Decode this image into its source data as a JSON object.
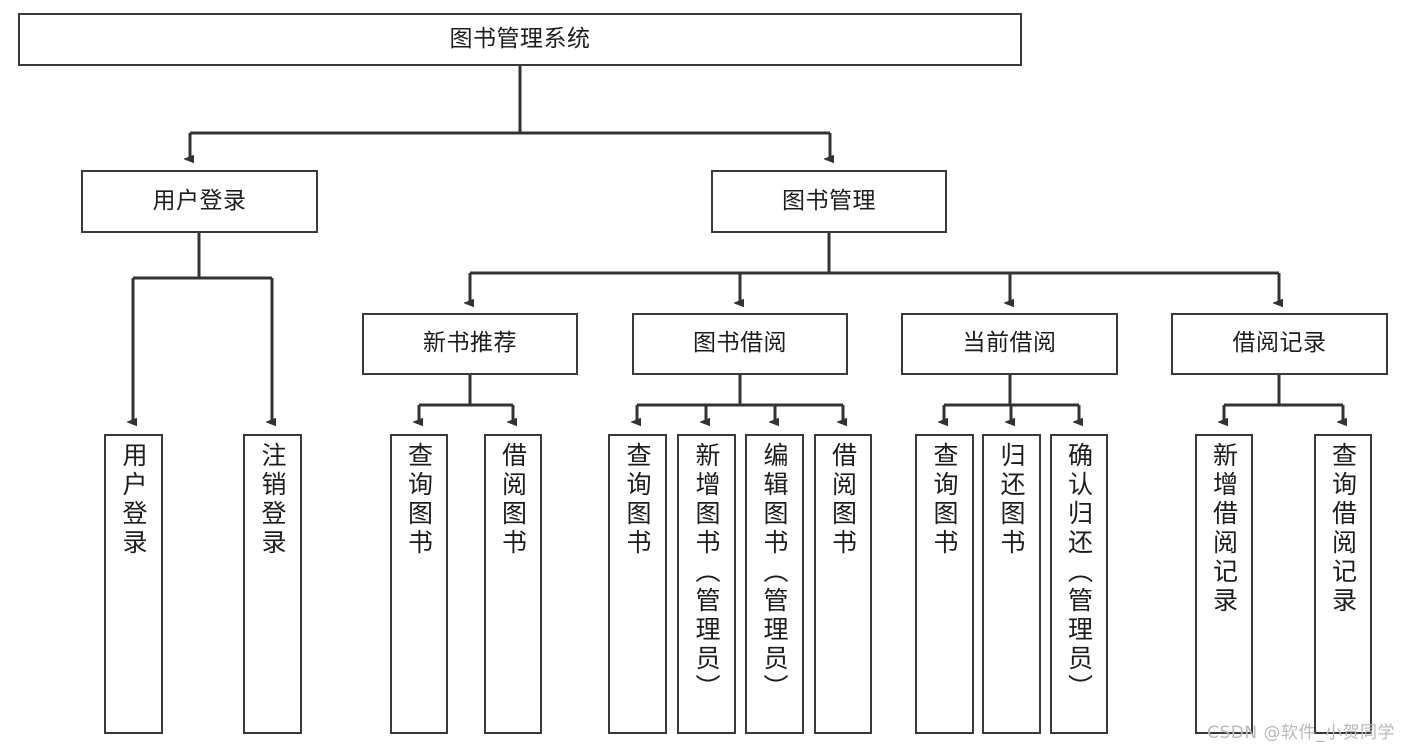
{
  "diagram": {
    "title": "图书管理系统",
    "type": "tree-hierarchy-diagram",
    "colors": {
      "box_border": "#3a3a3a",
      "box_fill": "#ffffff",
      "edge": "#333333",
      "text": "#1d1d1d",
      "watermark": "#b9b9b9",
      "background": "#ffffff"
    },
    "watermark": "CSDN @软件_小贺同学",
    "root": {
      "label": "图书管理系统"
    },
    "level2": [
      {
        "label": "用户登录"
      },
      {
        "label": "图书管理"
      }
    ],
    "level3": [
      {
        "label": "新书推荐"
      },
      {
        "label": "图书借阅"
      },
      {
        "label": "当前借阅"
      },
      {
        "label": "借阅记录"
      }
    ],
    "leaves": {
      "user_login": [
        {
          "label": "用户登录"
        },
        {
          "label": "注销登录"
        }
      ],
      "new_book_recommend": [
        {
          "label": "查询图书"
        },
        {
          "label": "借阅图书"
        }
      ],
      "book_borrow": [
        {
          "label": "查询图书"
        },
        {
          "label": "新增图书（管理员）"
        },
        {
          "label": "编辑图书（管理员）"
        },
        {
          "label": "借阅图书"
        }
      ],
      "current_borrow": [
        {
          "label": "查询图书"
        },
        {
          "label": "归还图书"
        },
        {
          "label": "确认归还（管理员）"
        }
      ],
      "borrow_record": [
        {
          "label": "新增借阅记录"
        },
        {
          "label": "查询借阅记录"
        }
      ]
    }
  }
}
